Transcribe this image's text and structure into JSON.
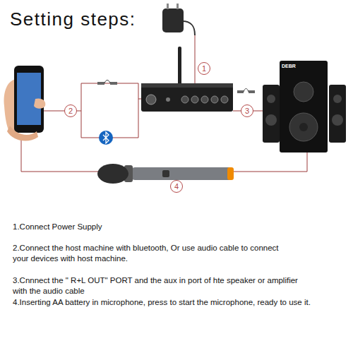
{
  "diagram": {
    "title": "Setting steps:",
    "nodes": [
      {
        "text": [
          "1"
        ]
      },
      {
        "text": [
          "2"
        ]
      },
      {
        "text": [
          "3"
        ]
      },
      {
        "text": [
          "4"
        ]
      }
    ],
    "labels": [
      "1.Connect Power Supply",
      "2.Connect the host machine with bluetooth, Or use audio cable to connect your devices with host machine.",
      "3.Cnnnect the \" R+L OUT\" PORT and the aux in port of hte speaker or amplifier with the audio cable",
      "4.Inserting AA battery in microphone, press to start the microphone, ready to use it.",
      "DEBR"
    ]
  }
}
